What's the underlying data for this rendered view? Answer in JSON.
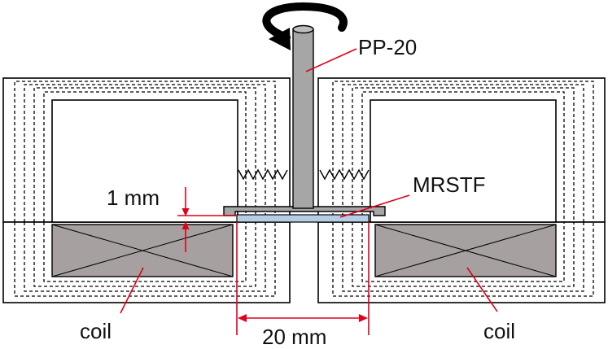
{
  "labels": {
    "rheometer": "PP-20",
    "fluid": "MRSTF",
    "gap": "1 mm",
    "diameter": "20 mm",
    "coil_left": "coil",
    "coil_right": "coil"
  },
  "colors": {
    "steel": "#a6a6a6",
    "steel_dark": "#7f7f7f",
    "coil_fill": "#a6a1a0",
    "fluid": "#b7cde6",
    "annotation": "#e0001a",
    "outline": "#000000"
  },
  "icons": [
    "rotation-arrow-icon",
    "spring-icon"
  ]
}
